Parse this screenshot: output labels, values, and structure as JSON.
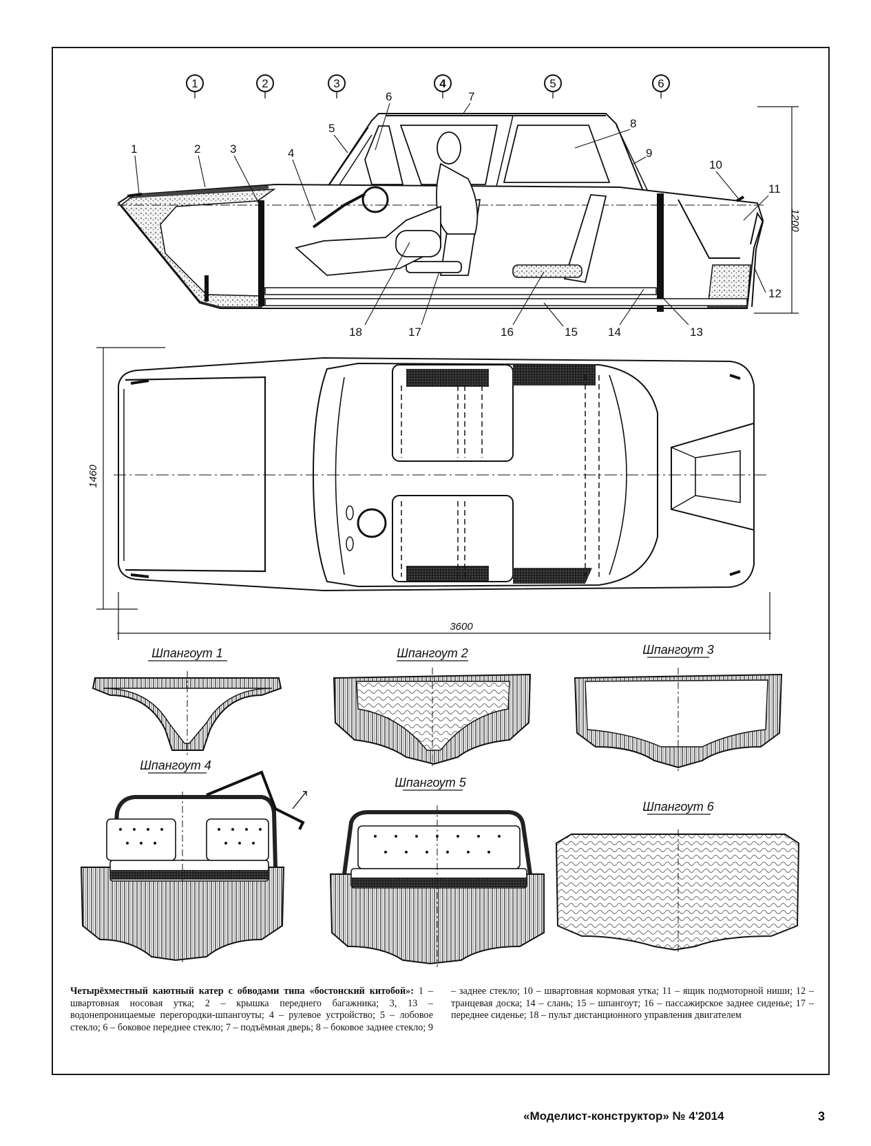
{
  "frame_markers": [
    "1",
    "2",
    "3",
    "4",
    "5",
    "6"
  ],
  "part_numbers": [
    "1",
    "2",
    "3",
    "4",
    "5",
    "6",
    "7",
    "8",
    "9",
    "10",
    "11",
    "12",
    "13",
    "14",
    "15",
    "16",
    "17",
    "18"
  ],
  "dimensions": {
    "height": "1200",
    "beam": "1460",
    "length": "3600"
  },
  "sections": [
    "Шпангоут 1",
    "Шпангоут 2",
    "Шпангоут 3",
    "Шпангоут 4",
    "Шпангоут 5",
    "Шпангоут 6"
  ],
  "caption": {
    "title": "Четырёхместный каютный катер с обводами типа «бостонский китобой»:",
    "body": "1 – швартовная носовая утка; 2 – крышка переднего багажника; 3, 13 – водонепроницаемые перегородки-шпангоуты; 4 – рулевое устройство; 5 – лобовое стекло; 6 – боковое переднее стекло; 7 – подъёмная дверь; 8 – боковое заднее стекло; 9 – заднее стекло; 10 – швартовная кормовая утка; 11 – ящик подмоторной ниши; 12 – транцевая доска; 14 – слань; 15 – шпангоут; 16 – пассажирское заднее сиденье; 17 – переднее сиденье; 18 – пульт дистанционного управления двигателем"
  },
  "footer": {
    "journal": "«Моделист-конструктор» № 4'2014",
    "page": "3"
  }
}
